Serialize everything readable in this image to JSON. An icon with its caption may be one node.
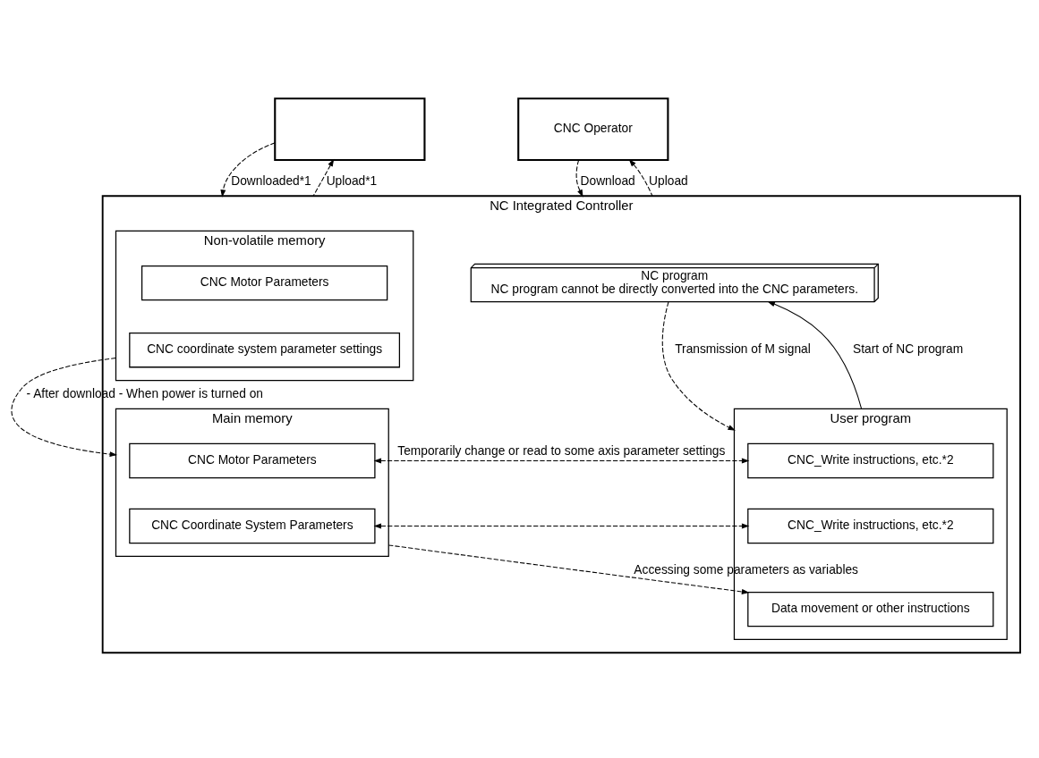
{
  "diagram": {
    "nodes": [
      {
        "text": [],
        "shape": "box"
      },
      {
        "text": [
          "CNC Operator"
        ]
      },
      {
        "text": [
          "NC Integrated Controller"
        ]
      },
      {
        "text": [
          "Non-volatile memory"
        ],
        "in": 2
      },
      {
        "text": [
          "CNC Motor Parameters"
        ],
        "in": 3
      },
      {
        "text": [
          "CNC coordinate system parameter settings"
        ],
        "in": 3
      },
      {
        "text": [
          "NC program",
          "NC program cannot be directly converted into the CNC parameters."
        ],
        "in": 2
      },
      {
        "text": [
          "Main memory"
        ],
        "in": 2
      },
      {
        "text": [
          "CNC Motor Parameters"
        ],
        "in": 7
      },
      {
        "text": [
          "CNC Coordinate System Parameters"
        ],
        "in": 7
      },
      {
        "text": [
          "User program"
        ],
        "in": 2
      },
      {
        "text": [
          "CNC_Write instructions, etc.*2"
        ],
        "in": 10
      },
      {
        "text": [
          "CNC_Write instructions, etc.*2"
        ],
        "in": 10
      },
      {
        "text": [
          "Data movement or other instructions"
        ],
        "in": 10
      }
    ],
    "edges": [
      {
        "from": 0,
        "to": 2,
        "arrow": "to",
        "style": "dashed",
        "label": "Downloaded*1"
      },
      {
        "from": 2,
        "to": 0,
        "arrow": "to",
        "style": "dashed",
        "label": "Upload*1"
      },
      {
        "from": 1,
        "to": 2,
        "arrow": "to",
        "style": "dashed",
        "label": "Download"
      },
      {
        "from": 2,
        "to": 1,
        "arrow": "to",
        "style": "dashed",
        "label": "Upload"
      },
      {
        "from": 3,
        "to": 7,
        "arrow": "to",
        "style": "dashed",
        "label": "- After download - When power is turned on"
      },
      {
        "from": 10,
        "to": 6,
        "arrow": "to",
        "label": "Start of NC program"
      },
      {
        "from": 6,
        "to": 10,
        "arrow": "to",
        "style": "dashed",
        "label": "Transmission of M signal"
      },
      {
        "from": 8,
        "to": 11,
        "arrow": "both",
        "style": "dashed",
        "label": "Temporarily change or read to some axis parameter settings"
      },
      {
        "from": 9,
        "to": 12,
        "arrow": "both",
        "style": "dashed"
      },
      {
        "from": 7,
        "to": 13,
        "arrow": "to",
        "style": "dashed",
        "label": "Accessing some parameters as variables"
      }
    ]
  }
}
